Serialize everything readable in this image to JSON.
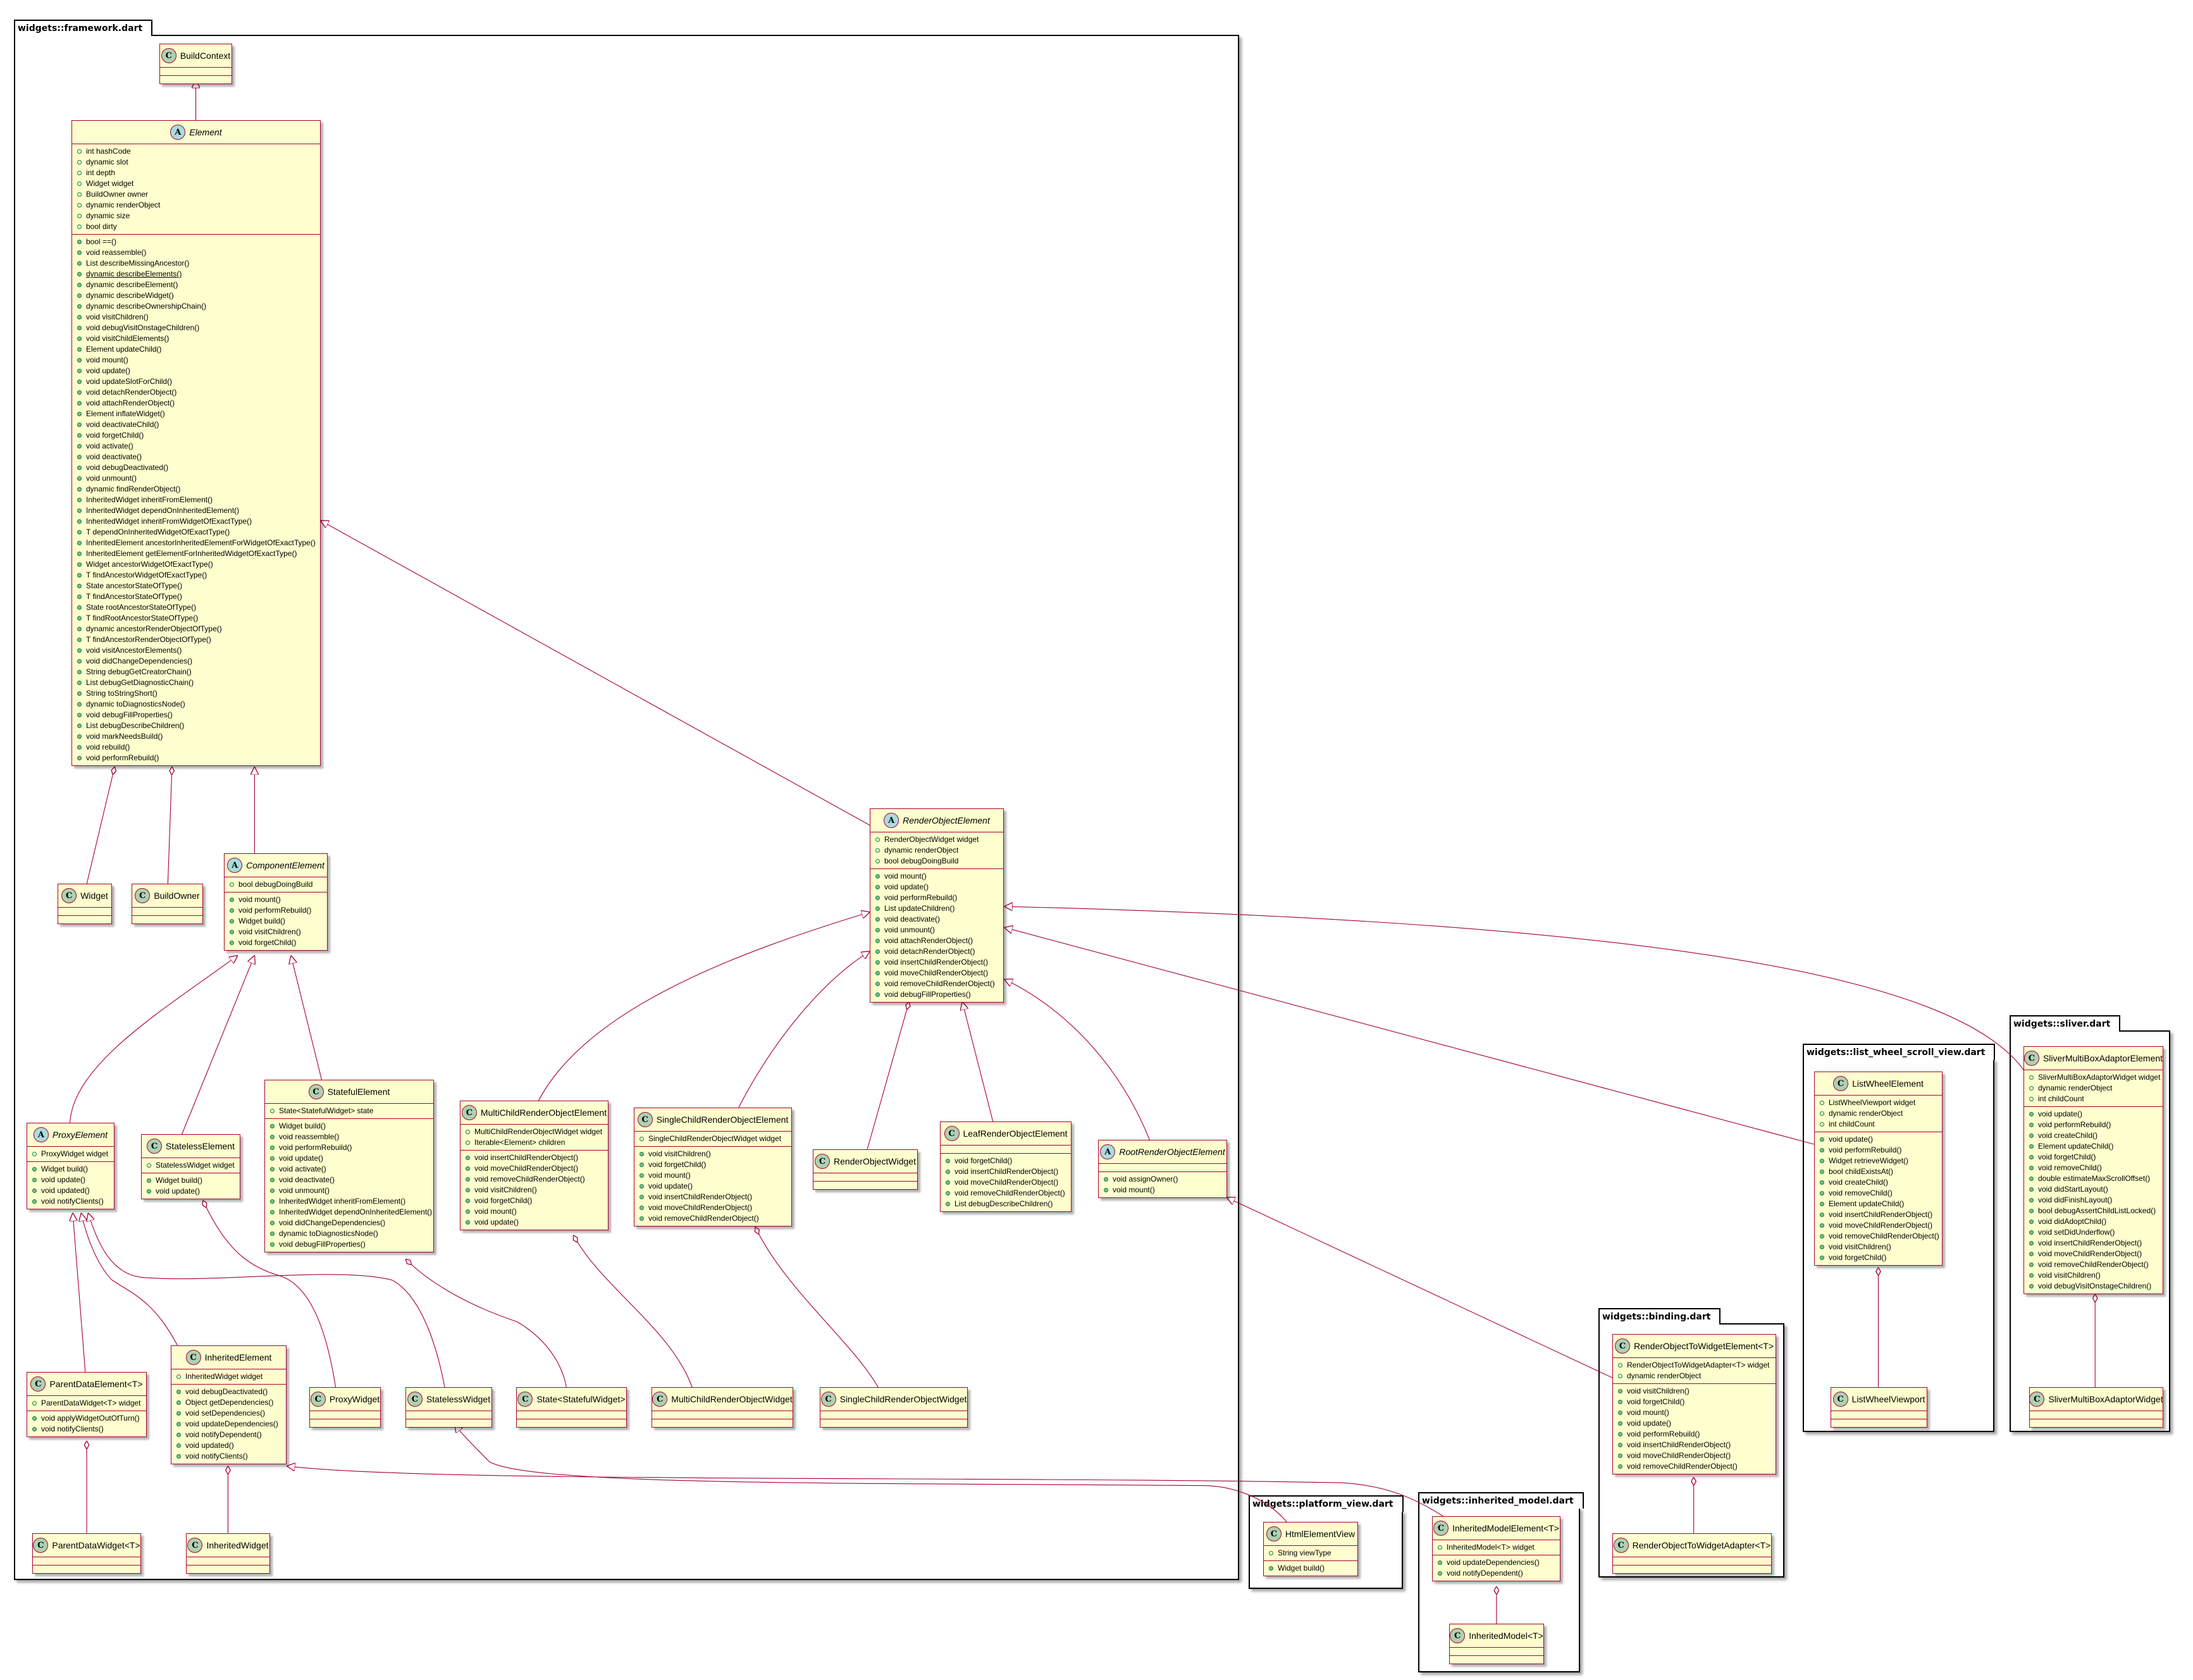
{
  "colors": {
    "class_fill": "#FEFECE",
    "class_border": "#A80036",
    "class_icon": "#ADD1B2",
    "abstract_icon": "#A9DCDF",
    "method_dot": "#84BE84",
    "edge": "#A80036"
  },
  "static_members": [
    "dynamic describeElements()"
  ],
  "diagram": {
    "packages": [
      {
        "id": "framework",
        "name": "widgets::framework.dart",
        "classes": [
          {
            "id": "BuildContext",
            "name": "BuildContext",
            "kind": "C",
            "fields": [],
            "methods": []
          },
          {
            "id": "Element",
            "name": "Element",
            "kind": "A",
            "fields": [
              "int hashCode",
              "dynamic slot",
              "int depth",
              "Widget widget",
              "BuildOwner owner",
              "dynamic renderObject",
              "dynamic size",
              "bool dirty"
            ],
            "methods": [
              "bool ==()",
              "void reassemble()",
              "List describeMissingAncestor()",
              "dynamic describeElements()",
              "dynamic describeElement()",
              "dynamic describeWidget()",
              "dynamic describeOwnershipChain()",
              "void visitChildren()",
              "void debugVisitOnstageChildren()",
              "void visitChildElements()",
              "Element updateChild()",
              "void mount()",
              "void update()",
              "void updateSlotForChild()",
              "void detachRenderObject()",
              "void attachRenderObject()",
              "Element inflateWidget()",
              "void deactivateChild()",
              "void forgetChild()",
              "void activate()",
              "void deactivate()",
              "void debugDeactivated()",
              "void unmount()",
              "dynamic findRenderObject()",
              "InheritedWidget inheritFromElement()",
              "InheritedWidget dependOnInheritedElement()",
              "InheritedWidget inheritFromWidgetOfExactType()",
              "T dependOnInheritedWidgetOfExactType()",
              "InheritedElement ancestorInheritedElementForWidgetOfExactType()",
              "InheritedElement getElementForInheritedWidgetOfExactType()",
              "Widget ancestorWidgetOfExactType()",
              "T findAncestorWidgetOfExactType()",
              "State ancestorStateOfType()",
              "T findAncestorStateOfType()",
              "State rootAncestorStateOfType()",
              "T findRootAncestorStateOfType()",
              "dynamic ancestorRenderObjectOfType()",
              "T findAncestorRenderObjectOfType()",
              "void visitAncestorElements()",
              "void didChangeDependencies()",
              "String debugGetCreatorChain()",
              "List debugGetDiagnosticChain()",
              "String toStringShort()",
              "dynamic toDiagnosticsNode()",
              "void debugFillProperties()",
              "List debugDescribeChildren()",
              "void markNeedsBuild()",
              "void rebuild()",
              "void performRebuild()"
            ]
          },
          {
            "id": "Widget",
            "name": "Widget",
            "kind": "C",
            "fields": [],
            "methods": []
          },
          {
            "id": "BuildOwner",
            "name": "BuildOwner",
            "kind": "C",
            "fields": [],
            "methods": []
          },
          {
            "id": "ComponentElement",
            "name": "ComponentElement",
            "kind": "A",
            "fields": [
              "bool debugDoingBuild"
            ],
            "methods": [
              "void mount()",
              "void performRebuild()",
              "Widget build()",
              "void visitChildren()",
              "void forgetChild()"
            ]
          },
          {
            "id": "ProxyElement",
            "name": "ProxyElement",
            "kind": "A",
            "fields": [
              "ProxyWidget widget"
            ],
            "methods": [
              "Widget build()",
              "void update()",
              "void updated()",
              "void notifyClients()"
            ]
          },
          {
            "id": "StatelessElement",
            "name": "StatelessElement",
            "kind": "C",
            "fields": [
              "StatelessWidget widget"
            ],
            "methods": [
              "Widget build()",
              "void update()"
            ]
          },
          {
            "id": "StatefulElement",
            "name": "StatefulElement",
            "kind": "C",
            "fields": [
              "State<StatefulWidget> state"
            ],
            "methods": [
              "Widget build()",
              "void reassemble()",
              "void performRebuild()",
              "void update()",
              "void activate()",
              "void deactivate()",
              "void unmount()",
              "InheritedWidget inheritFromElement()",
              "InheritedWidget dependOnInheritedElement()",
              "void didChangeDependencies()",
              "dynamic toDiagnosticsNode()",
              "void debugFillProperties()"
            ]
          },
          {
            "id": "ParentDataElement",
            "name": "ParentDataElement<T>",
            "kind": "C",
            "fields": [
              "ParentDataWidget<T> widget"
            ],
            "methods": [
              "void applyWidgetOutOfTurn()",
              "void notifyClients()"
            ]
          },
          {
            "id": "InheritedElement",
            "name": "InheritedElement",
            "kind": "C",
            "fields": [
              "InheritedWidget widget"
            ],
            "methods": [
              "void debugDeactivated()",
              "Object getDependencies()",
              "void setDependencies()",
              "void updateDependencies()",
              "void notifyDependent()",
              "void updated()",
              "void notifyClients()"
            ]
          },
          {
            "id": "ProxyWidget",
            "name": "ProxyWidget",
            "kind": "C",
            "fields": [],
            "methods": []
          },
          {
            "id": "StatelessWidget",
            "name": "StatelessWidget",
            "kind": "C",
            "fields": [],
            "methods": []
          },
          {
            "id": "State",
            "name": "State<StatefulWidget>",
            "kind": "C",
            "fields": [],
            "methods": []
          },
          {
            "id": "MultiChildRenderObjectWidget",
            "name": "MultiChildRenderObjectWidget",
            "kind": "C",
            "fields": [],
            "methods": []
          },
          {
            "id": "SingleChildRenderObjectWidget",
            "name": "SingleChildRenderObjectWidget",
            "kind": "C",
            "fields": [],
            "methods": []
          },
          {
            "id": "ParentDataWidget",
            "name": "ParentDataWidget<T>",
            "kind": "C",
            "fields": [],
            "methods": []
          },
          {
            "id": "InheritedWidget",
            "name": "InheritedWidget",
            "kind": "C",
            "fields": [],
            "methods": []
          },
          {
            "id": "MultiChildRenderObjectElement",
            "name": "MultiChildRenderObjectElement",
            "kind": "C",
            "fields": [
              "MultiChildRenderObjectWidget widget",
              "Iterable<Element> children"
            ],
            "methods": [
              "void insertChildRenderObject()",
              "void moveChildRenderObject()",
              "void removeChildRenderObject()",
              "void visitChildren()",
              "void forgetChild()",
              "void mount()",
              "void update()"
            ]
          },
          {
            "id": "SingleChildRenderObjectElement",
            "name": "SingleChildRenderObjectElement",
            "kind": "C",
            "fields": [
              "SingleChildRenderObjectWidget widget"
            ],
            "methods": [
              "void visitChildren()",
              "void forgetChild()",
              "void mount()",
              "void update()",
              "void insertChildRenderObject()",
              "void moveChildRenderObject()",
              "void removeChildRenderObject()"
            ]
          },
          {
            "id": "RenderObjectWidget",
            "name": "RenderObjectWidget",
            "kind": "C",
            "fields": [],
            "methods": []
          },
          {
            "id": "RenderObjectElement",
            "name": "RenderObjectElement",
            "kind": "A",
            "fields": [
              "RenderObjectWidget widget",
              "dynamic renderObject",
              "bool debugDoingBuild"
            ],
            "methods": [
              "void mount()",
              "void update()",
              "void performRebuild()",
              "List updateChildren()",
              "void deactivate()",
              "void unmount()",
              "void attachRenderObject()",
              "void detachRenderObject()",
              "void insertChildRenderObject()",
              "void moveChildRenderObject()",
              "void removeChildRenderObject()",
              "void debugFillProperties()"
            ]
          },
          {
            "id": "LeafRenderObjectElement",
            "name": "LeafRenderObjectElement",
            "kind": "C",
            "fields": [],
            "methods": [
              "void forgetChild()",
              "void insertChildRenderObject()",
              "void moveChildRenderObject()",
              "void removeChildRenderObject()",
              "List debugDescribeChildren()"
            ]
          },
          {
            "id": "RootRenderObjectElement",
            "name": "RootRenderObjectElement",
            "kind": "A",
            "fields": [],
            "methods": [
              "void assignOwner()",
              "void mount()"
            ]
          }
        ]
      },
      {
        "id": "platform_view",
        "name": "widgets::platform_view.dart",
        "classes": [
          {
            "id": "HtmlElementView",
            "name": "HtmlElementView",
            "kind": "C",
            "fields": [
              "String viewType"
            ],
            "methods": [
              "Widget build()"
            ]
          }
        ]
      },
      {
        "id": "inherited_model",
        "name": "widgets::inherited_model.dart",
        "classes": [
          {
            "id": "InheritedModelElement",
            "name": "InheritedModelElement<T>",
            "kind": "C",
            "fields": [
              "InheritedModel<T> widget"
            ],
            "methods": [
              "void updateDependencies()",
              "void notifyDependent()"
            ]
          },
          {
            "id": "InheritedModel",
            "name": "InheritedModel<T>",
            "kind": "C",
            "fields": [],
            "methods": []
          }
        ]
      },
      {
        "id": "binding",
        "name": "widgets::binding.dart",
        "classes": [
          {
            "id": "RenderObjectToWidgetElement",
            "name": "RenderObjectToWidgetElement<T>",
            "kind": "C",
            "fields": [
              "RenderObjectToWidgetAdapter<T> widget",
              "dynamic renderObject"
            ],
            "methods": [
              "void visitChildren()",
              "void forgetChild()",
              "void mount()",
              "void update()",
              "void performRebuild()",
              "void insertChildRenderObject()",
              "void moveChildRenderObject()",
              "void removeChildRenderObject()"
            ]
          },
          {
            "id": "RenderObjectToWidgetAdapter",
            "name": "RenderObjectToWidgetAdapter<T>",
            "kind": "C",
            "fields": [],
            "methods": []
          }
        ]
      },
      {
        "id": "list_wheel",
        "name": "widgets::list_wheel_scroll_view.dart",
        "classes": [
          {
            "id": "ListWheelElement",
            "name": "ListWheelElement",
            "kind": "C",
            "fields": [
              "ListWheelViewport widget",
              "dynamic renderObject",
              "int childCount"
            ],
            "methods": [
              "void update()",
              "void performRebuild()",
              "Widget retrieveWidget()",
              "bool childExistsAt()",
              "void createChild()",
              "void removeChild()",
              "Element updateChild()",
              "void insertChildRenderObject()",
              "void moveChildRenderObject()",
              "void removeChildRenderObject()",
              "void visitChildren()",
              "void forgetChild()"
            ]
          },
          {
            "id": "ListWheelViewport",
            "name": "ListWheelViewport",
            "kind": "C",
            "fields": [],
            "methods": []
          }
        ]
      },
      {
        "id": "sliver",
        "name": "widgets::sliver.dart",
        "classes": [
          {
            "id": "SliverMultiBoxAdaptorElement",
            "name": "SliverMultiBoxAdaptorElement",
            "kind": "C",
            "fields": [
              "SliverMultiBoxAdaptorWidget widget",
              "dynamic renderObject",
              "int childCount"
            ],
            "methods": [
              "void update()",
              "void performRebuild()",
              "void createChild()",
              "Element updateChild()",
              "void forgetChild()",
              "void removeChild()",
              "double estimateMaxScrollOffset()",
              "void didStartLayout()",
              "void didFinishLayout()",
              "bool debugAssertChildListLocked()",
              "void didAdoptChild()",
              "void setDidUnderflow()",
              "void insertChildRenderObject()",
              "void moveChildRenderObject()",
              "void removeChildRenderObject()",
              "void visitChildren()",
              "void debugVisitOnstageChildren()"
            ]
          },
          {
            "id": "SliverMultiBoxAdaptorWidget",
            "name": "SliverMultiBoxAdaptorWidget",
            "kind": "C",
            "fields": [],
            "methods": []
          }
        ]
      }
    ]
  }
}
